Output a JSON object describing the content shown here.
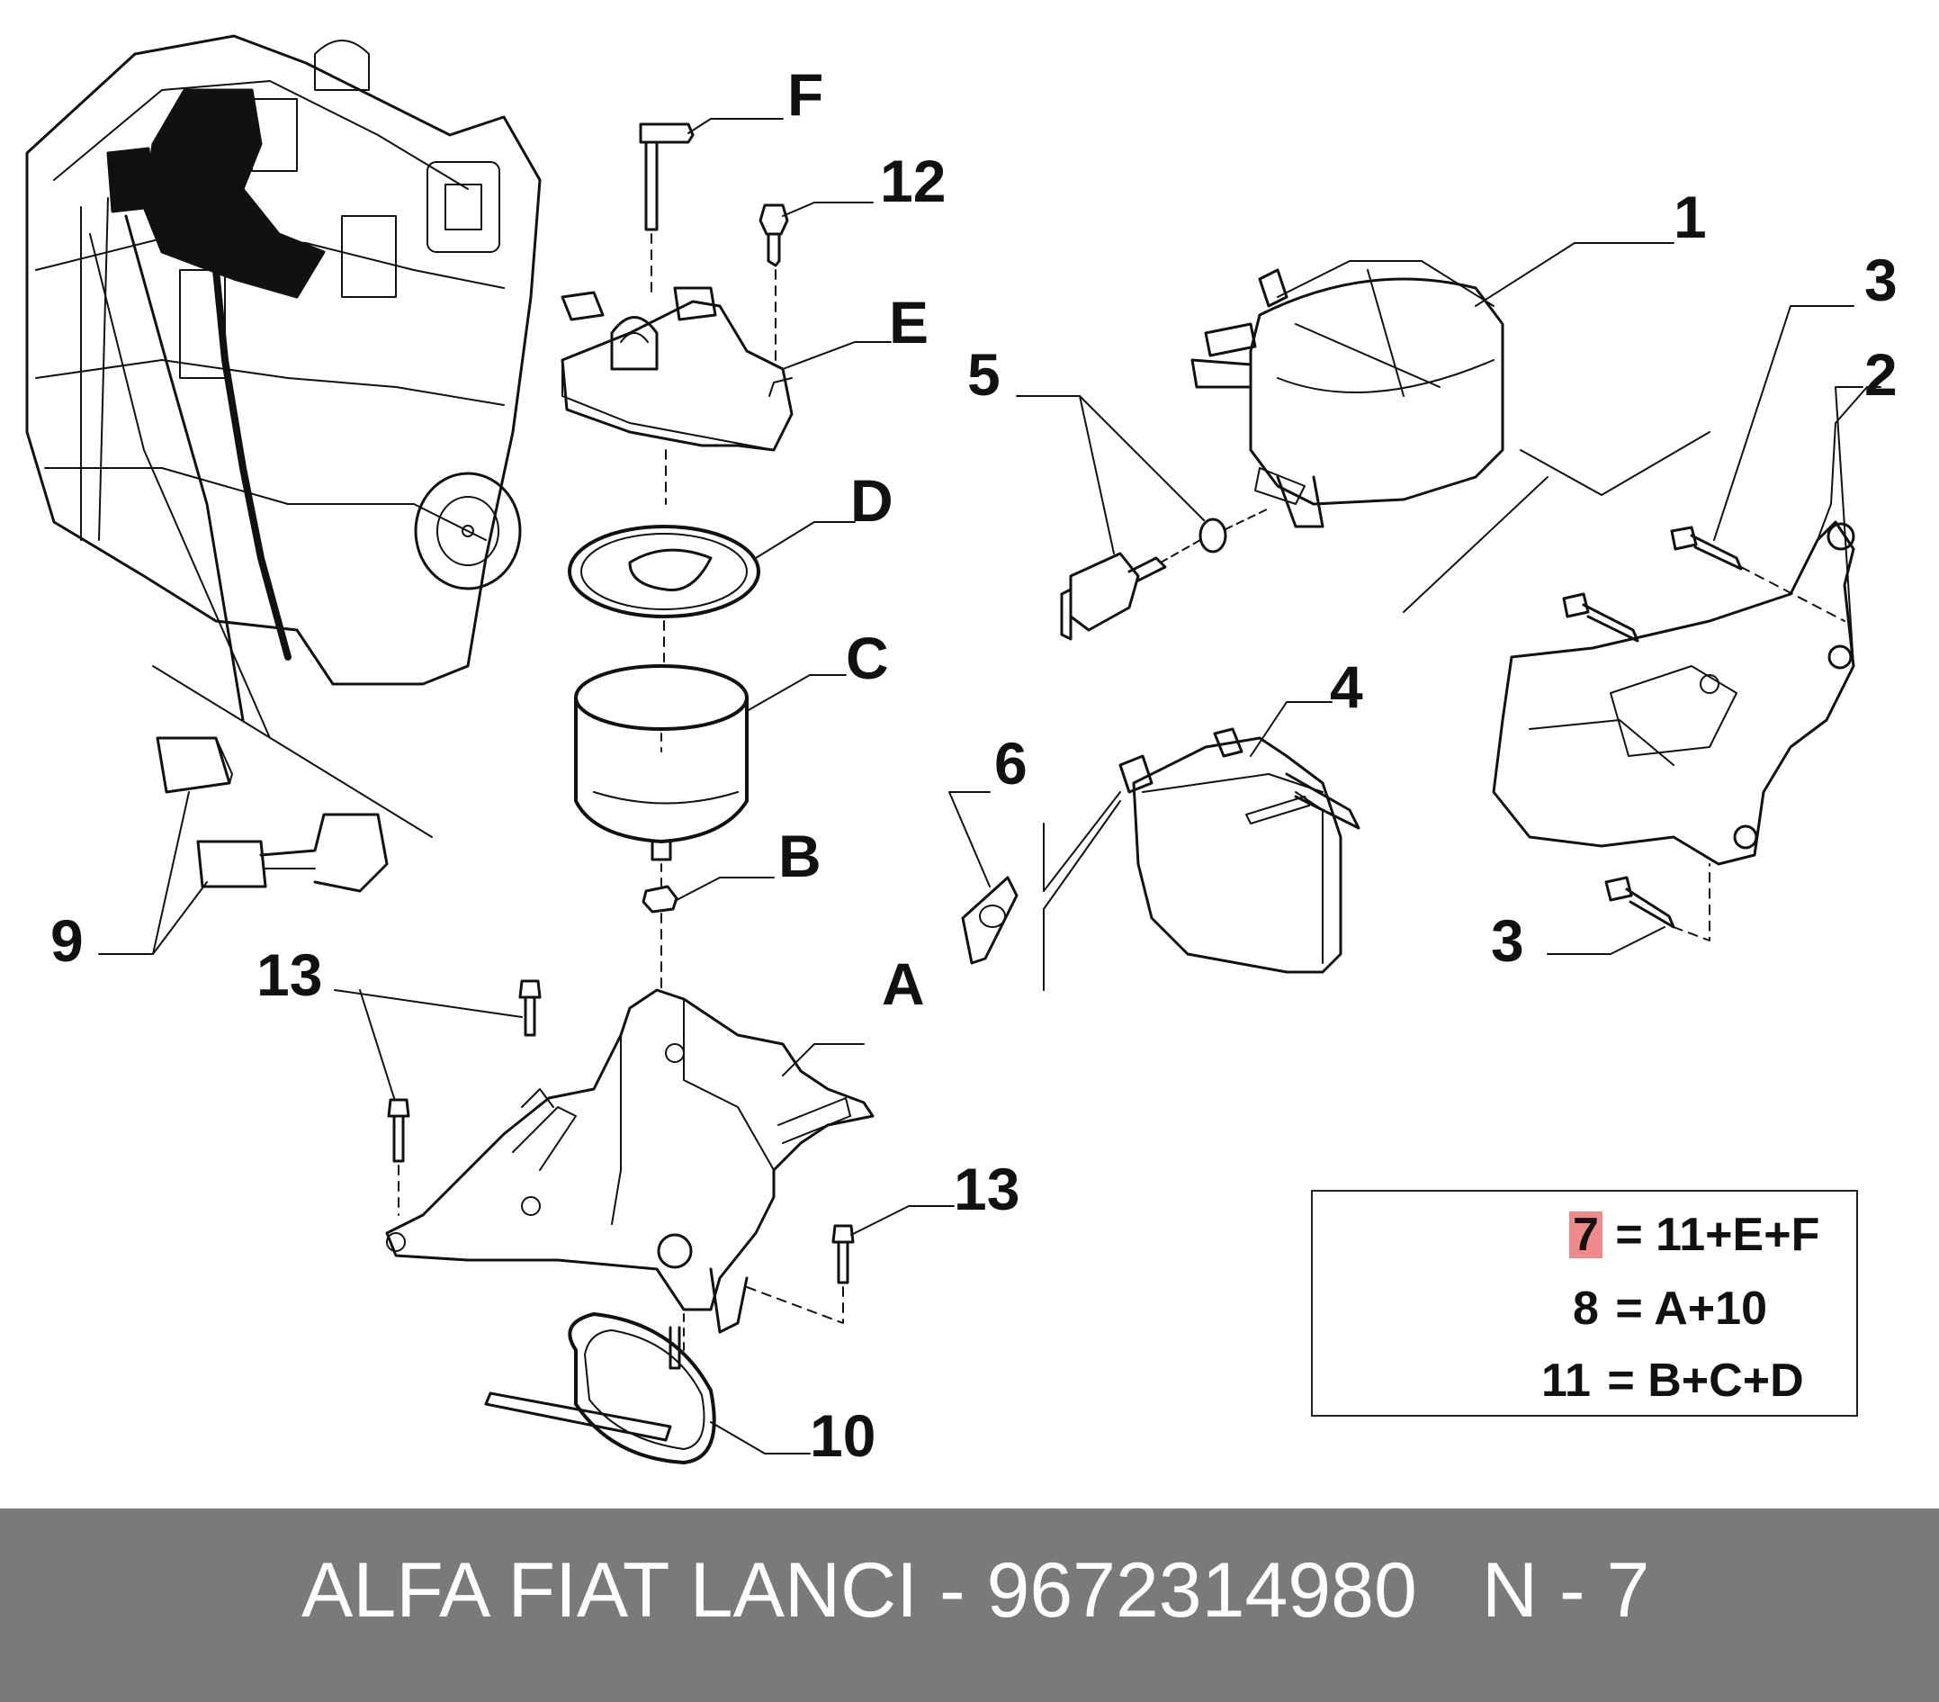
{
  "callouts": {
    "F": "F",
    "12": "12",
    "E": "E",
    "D": "D",
    "C": "C",
    "B": "B",
    "A": "A",
    "1": "1",
    "2": "2",
    "3_top": "3",
    "3_bottom": "3",
    "4": "4",
    "5": "5",
    "6": "6",
    "9": "9",
    "10": "10",
    "13_left": "13",
    "13_right": "13"
  },
  "legend": {
    "rows": [
      {
        "num": "7",
        "rest": " = 11+E+F",
        "highlight": true
      },
      {
        "num": "8",
        "rest": " = A+10",
        "highlight": false
      },
      {
        "num": "11",
        "rest": " = B+C+D",
        "highlight": false
      }
    ],
    "icon_name": "fiat-parts-kit-icon",
    "highlight_color": "#f08a8a"
  },
  "footer": {
    "part_text": "ALFA FIAT LANCI - 9672314980",
    "position_text": "N - 7",
    "bg_color": "#7a7a7a"
  }
}
